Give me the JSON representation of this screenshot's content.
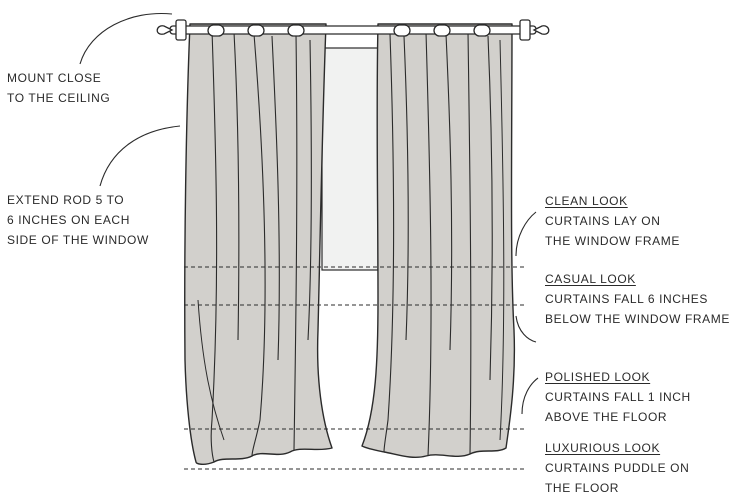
{
  "colors": {
    "curtain_fill": "#d2d0cc",
    "outline": "#2b2b2b",
    "window_fill": "#f1f2f1",
    "background": "#ffffff"
  },
  "left_notes": [
    {
      "text": "MOUNT CLOSE\nTO THE CEILING"
    },
    {
      "text": "EXTEND ROD 5 TO\n6 INCHES ON EACH\nSIDE OF THE WINDOW"
    }
  ],
  "length_options": [
    {
      "title": "CLEAN LOOK",
      "description": "CURTAINS LAY ON\nTHE WINDOW FRAME"
    },
    {
      "title": "CASUAL LOOK",
      "description": "CURTAINS FALL 6 INCHES\nBELOW THE WINDOW FRAME"
    },
    {
      "title": "POLISHED LOOK",
      "description": "CURTAINS FALL 1 INCH\nABOVE THE FLOOR"
    },
    {
      "title": "LUXURIOUS LOOK",
      "description": "CURTAINS PUDDLE ON\nTHE FLOOR"
    }
  ]
}
